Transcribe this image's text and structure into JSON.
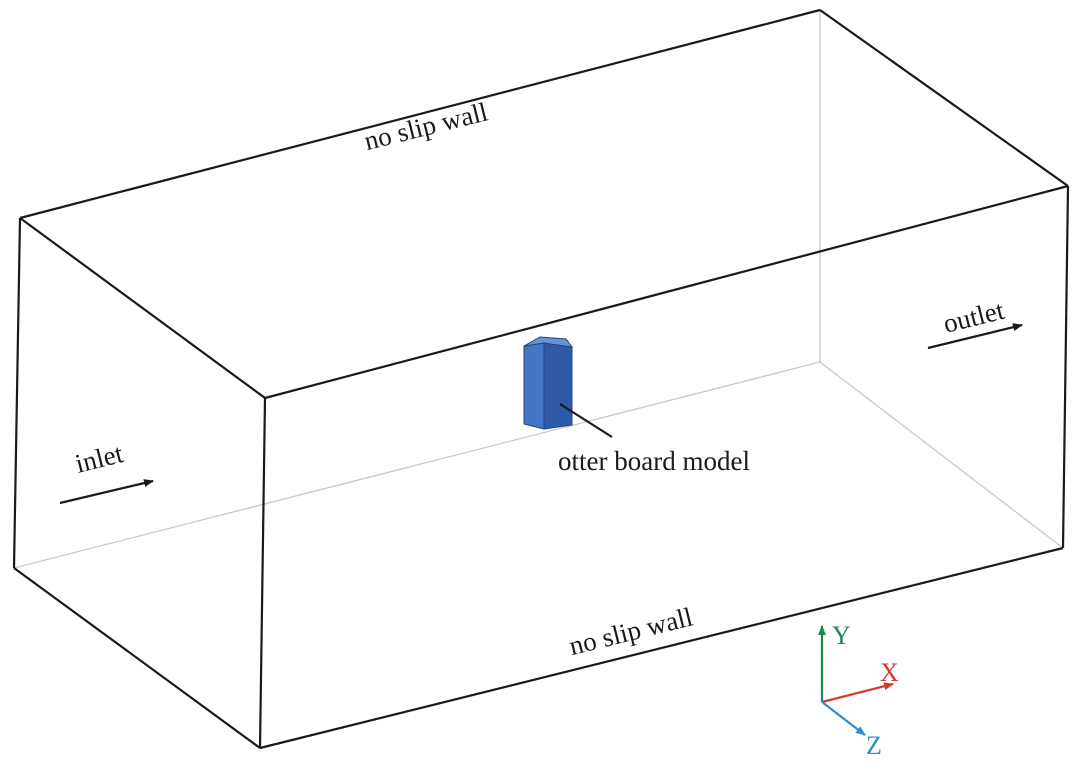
{
  "labels": {
    "top_wall": "no slip wall",
    "bottom_wall": "no slip wall",
    "inlet": "inlet",
    "outlet": "outlet",
    "model": "otter board model"
  },
  "axes": {
    "y": "Y",
    "x": "X",
    "z": "Z"
  },
  "colors": {
    "edge": "#1a1a1a",
    "hidden_edge": "#c8c8c8",
    "model_face": "#3f6fbf",
    "model_side": "#2d56a0",
    "axis_y": "#1e8a4a",
    "axis_x": "#d23a2e",
    "axis_z": "#2a8fd0"
  }
}
